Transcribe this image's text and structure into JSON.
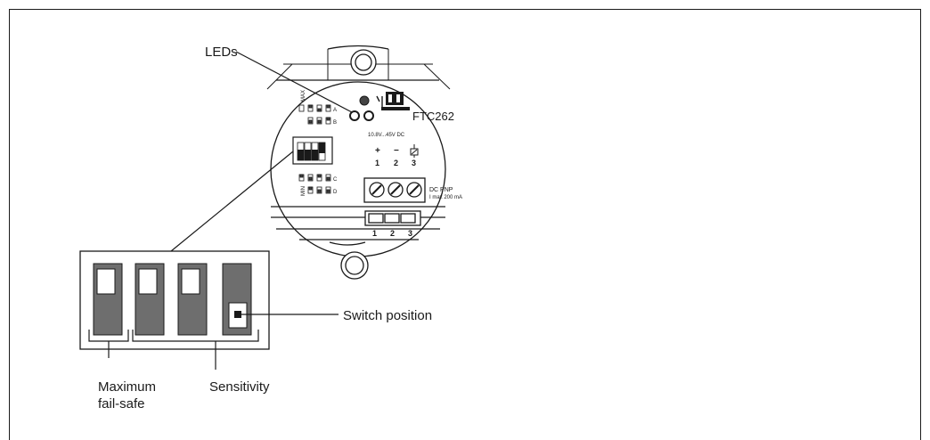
{
  "labels": {
    "leds": "LEDs",
    "switch_position": "Switch position",
    "maximum_line1": "Maximum",
    "maximum_line2": "fail-safe",
    "sensitivity": "Sensitivity"
  },
  "device": {
    "model": "FTC262",
    "logo": "E+H",
    "voltage": "10.8V...45V DC",
    "polarity_plus": "+",
    "polarity_minus": "−",
    "output_line1": "DC PNP",
    "output_line2": "I max 200 mA",
    "terminal_numbers": [
      "1",
      "2",
      "3"
    ],
    "bottom_terminal_numbers": [
      "1",
      "2",
      "3"
    ],
    "switch_row_top": [
      "A",
      "B"
    ],
    "switch_row_bottom": [
      "C",
      "D"
    ],
    "max_label": "MAX",
    "min_label": "MIN"
  },
  "colors": {
    "line": "#1a1a1a",
    "switch_gray": "#6e6e6e",
    "background": "#ffffff"
  }
}
